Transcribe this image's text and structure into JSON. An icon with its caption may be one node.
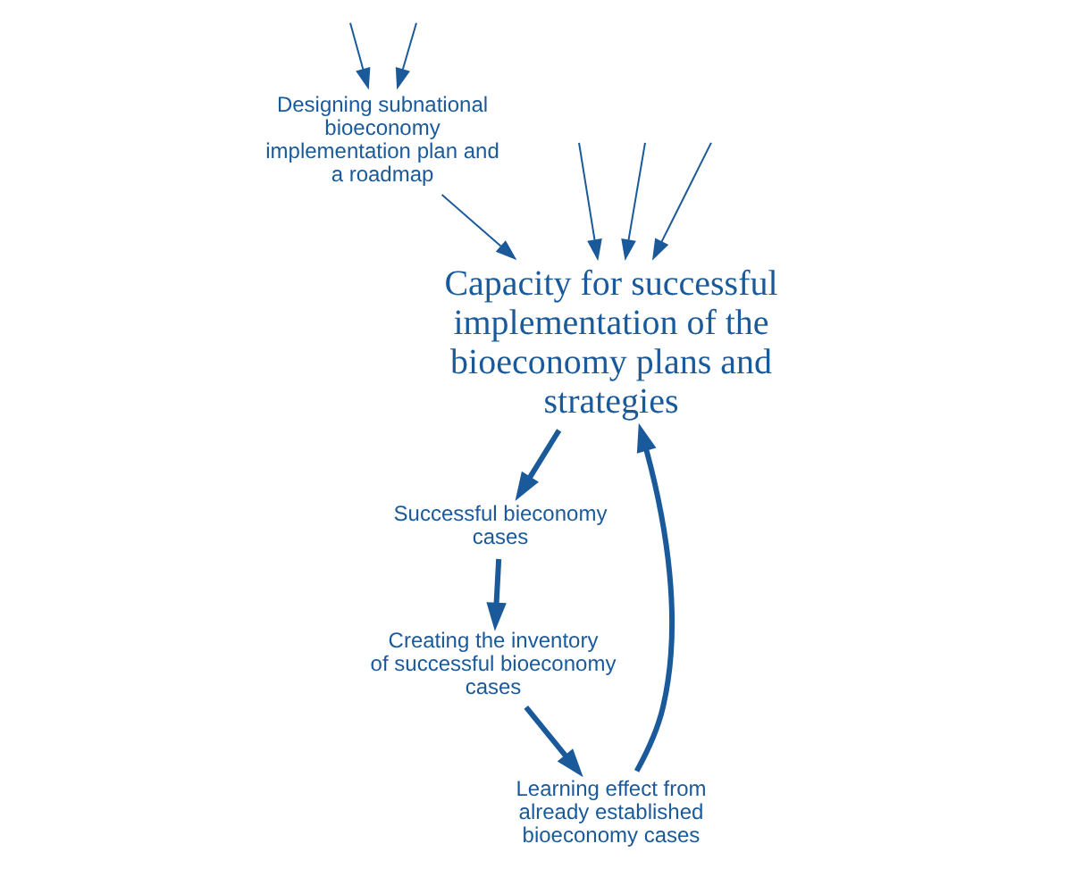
{
  "diagram": {
    "nodes": [
      {
        "text": [
          "Capacity for successful implementation of the bioeconomy plans and strategies"
        ]
      },
      {
        "text": [
          "Designing subnational bioeconomy implementation plan and a roadmap"
        ]
      },
      {
        "text": [
          "Successful bieconomy cases"
        ]
      },
      {
        "text": [
          "Creating the inventory of successful bioeconomy cases"
        ]
      },
      {
        "text": [
          "Learning effect from already established bioeconomy cases"
        ]
      }
    ],
    "edges": [
      {
        "from": null,
        "to": 0,
        "arrow": "to"
      },
      {
        "from": null,
        "to": 0,
        "arrow": "to"
      },
      {
        "from": null,
        "to": 0,
        "arrow": "to"
      },
      {
        "from": null,
        "to": 1,
        "arrow": "to"
      },
      {
        "from": 1,
        "to": 0,
        "arrow": "to"
      },
      {
        "from": 0,
        "to": 2,
        "arrow": "to",
        "style": "thick"
      },
      {
        "from": 2,
        "to": 3,
        "arrow": "to",
        "style": "thick"
      },
      {
        "from": 3,
        "to": 4,
        "arrow": "to",
        "style": "thick"
      },
      {
        "from": 4,
        "to": 0,
        "arrow": "to",
        "style": "thick"
      },
      {
        "from": null,
        "to": 1,
        "arrow": "to"
      }
    ]
  }
}
